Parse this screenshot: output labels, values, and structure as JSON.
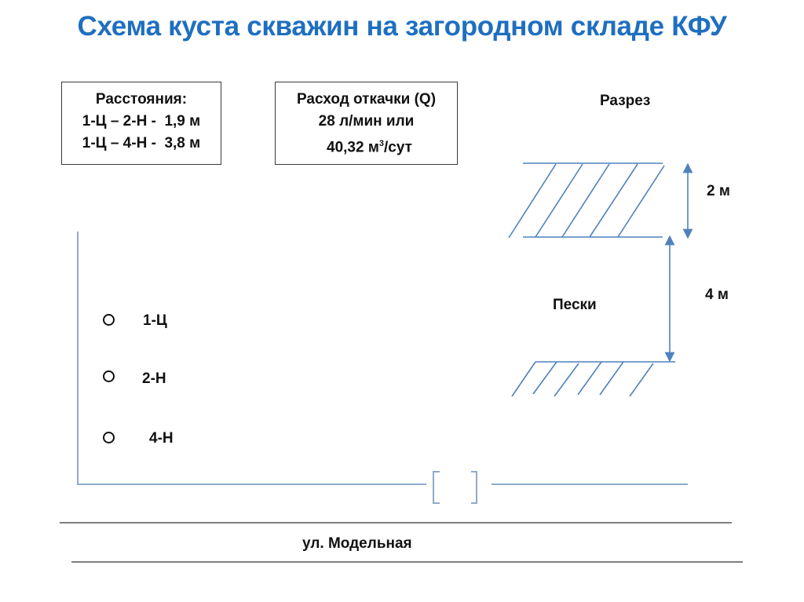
{
  "title": "Схема куста скважин на загородном складе КФУ",
  "colors": {
    "title": "#1f6fc0",
    "lines_blue": "#4f81bd",
    "text": "#111111",
    "road": "#555555"
  },
  "distances_box": {
    "heading": "Расстояния:",
    "rows": [
      "1-Ц – 2-Н -  1,9 м",
      "1-Ц – 4-Н -  3,8 м"
    ]
  },
  "flow_box": {
    "heading": "Расход откачки (Q)",
    "line1": "28 л/мин или",
    "line2_value": "40,32 м",
    "line2_sup": "3",
    "line2_unit": "/сут"
  },
  "section": {
    "heading": "Разрез",
    "layer_top_thickness": "2 м",
    "sand_label": "Пески",
    "sand_thickness": "4 м"
  },
  "wells": [
    {
      "id": "1-Ц"
    },
    {
      "id": "2-Н"
    },
    {
      "id": "4-Н"
    }
  ],
  "street": "ул. Модельная"
}
